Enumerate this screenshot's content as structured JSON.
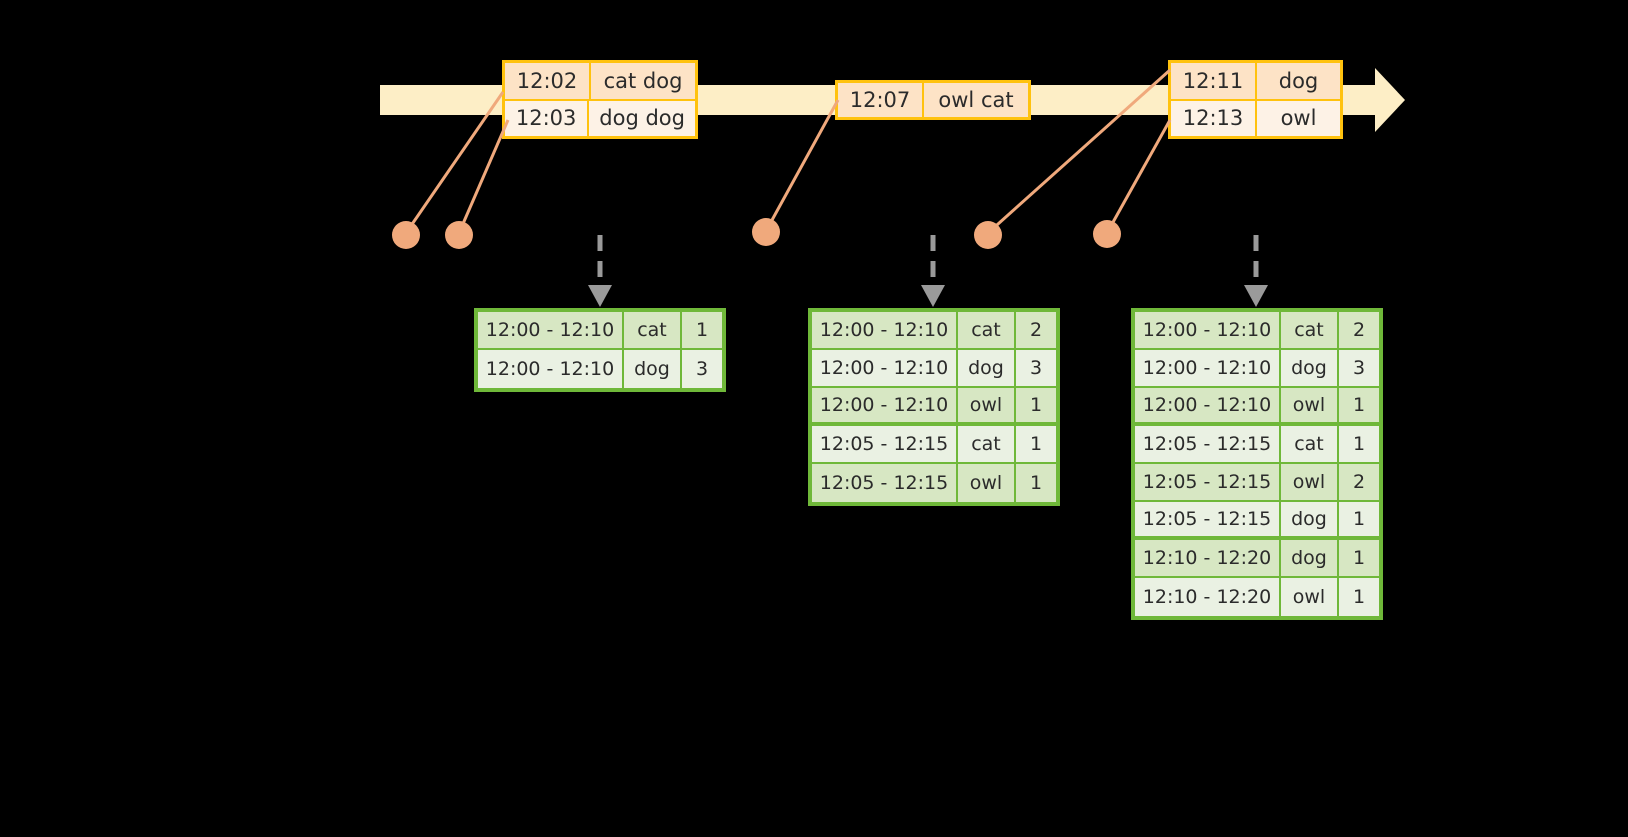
{
  "timeline": {
    "bar_color": "#fdeec6",
    "arrow_color": "#fdeec6",
    "event_border_color": "#ffc20e",
    "events": [
      {
        "id": "event-group-1",
        "rows": [
          {
            "time": "12:02",
            "value": "cat dog"
          },
          {
            "time": "12:03",
            "value": "dog dog"
          }
        ]
      },
      {
        "id": "event-group-2",
        "rows": [
          {
            "time": "12:07",
            "value": "owl cat"
          }
        ]
      },
      {
        "id": "event-group-3",
        "rows": [
          {
            "time": "12:11",
            "value": "dog"
          },
          {
            "time": "12:13",
            "value": "owl"
          }
        ]
      }
    ]
  },
  "connectors": {
    "dot_color": "#f0a97c",
    "line_color": "#f0a97c",
    "dot_count": 5
  },
  "flow_arrows": {
    "color": "#9a9a9a",
    "count": 3,
    "style": "dashed-down"
  },
  "results": {
    "border_color": "#6fb839",
    "row_shade_a": "#d7e7c3",
    "row_shade_b": "#eaf1e3",
    "tables": [
      {
        "id": "result-table-1",
        "rows": [
          {
            "window": "12:00 - 12:10",
            "key": "cat",
            "count": "1",
            "shade": "a",
            "group_end": false
          },
          {
            "window": "12:00 - 12:10",
            "key": "dog",
            "count": "3",
            "shade": "b",
            "group_end": false
          }
        ]
      },
      {
        "id": "result-table-2",
        "rows": [
          {
            "window": "12:00 - 12:10",
            "key": "cat",
            "count": "2",
            "shade": "a",
            "group_end": false
          },
          {
            "window": "12:00 - 12:10",
            "key": "dog",
            "count": "3",
            "shade": "b",
            "group_end": false
          },
          {
            "window": "12:00 - 12:10",
            "key": "owl",
            "count": "1",
            "shade": "a",
            "group_end": true
          },
          {
            "window": "12:05 - 12:15",
            "key": "cat",
            "count": "1",
            "shade": "b",
            "group_end": false
          },
          {
            "window": "12:05 - 12:15",
            "key": "owl",
            "count": "1",
            "shade": "a",
            "group_end": false
          }
        ]
      },
      {
        "id": "result-table-3",
        "rows": [
          {
            "window": "12:00 - 12:10",
            "key": "cat",
            "count": "2",
            "shade": "a",
            "group_end": false
          },
          {
            "window": "12:00 - 12:10",
            "key": "dog",
            "count": "3",
            "shade": "b",
            "group_end": false
          },
          {
            "window": "12:00 - 12:10",
            "key": "owl",
            "count": "1",
            "shade": "a",
            "group_end": true
          },
          {
            "window": "12:05 - 12:15",
            "key": "cat",
            "count": "1",
            "shade": "b",
            "group_end": false
          },
          {
            "window": "12:05 - 12:15",
            "key": "owl",
            "count": "2",
            "shade": "a",
            "group_end": false
          },
          {
            "window": "12:05 - 12:15",
            "key": "dog",
            "count": "1",
            "shade": "b",
            "group_end": true
          },
          {
            "window": "12:10 - 12:20",
            "key": "dog",
            "count": "1",
            "shade": "a",
            "group_end": false
          },
          {
            "window": "12:10 - 12:20",
            "key": "owl",
            "count": "1",
            "shade": "b",
            "group_end": false
          }
        ]
      }
    ]
  }
}
